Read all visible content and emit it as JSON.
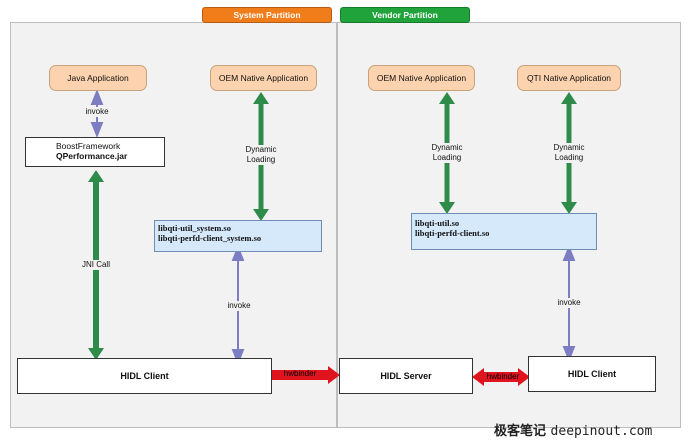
{
  "partitions": {
    "system": {
      "label": "System Partition",
      "color": "#f07d1a"
    },
    "vendor": {
      "label": "Vendor Partition",
      "color": "#1fa33a"
    }
  },
  "system": {
    "java_app": "Java Application",
    "oem_native_app": "OEM Native Application",
    "boost_line1": "BoostFramework",
    "boost_line2": "QPerformance.jar",
    "lib_line1": "libqti-util_system.so",
    "lib_line2": "libqti-perfd-client_system.so",
    "hidl_client": "HIDL Client",
    "invoke_top": "invoke",
    "dynamic_loading": [
      "Dynamic",
      "Loading"
    ],
    "jni_call": "JNI Call",
    "invoke_bottom": "invoke"
  },
  "vendor": {
    "oem_native_app": "OEM Native Application",
    "qti_native_app": "QTI Native Application",
    "dynamic_loading_left": [
      "Dynamic",
      "Loading"
    ],
    "dynamic_loading_right": [
      "Dynamic",
      "Loading"
    ],
    "lib_line1": "libqti-util.so",
    "lib_line2": "libqti-perfd-client.so",
    "invoke": "invoke",
    "hidl_server": "HIDL Server",
    "hidl_client": "HIDL Client"
  },
  "links": {
    "hwbinder_left": "hwbinder",
    "hwbinder_right": "hwbinder"
  },
  "colors": {
    "green_arrow": "#2e8b4a",
    "purple_arrow": "#7d7dc4",
    "hwbinder_red": "#e0141e"
  },
  "watermark": {
    "chinese": "极客笔记",
    "url": "deepinout.com"
  }
}
